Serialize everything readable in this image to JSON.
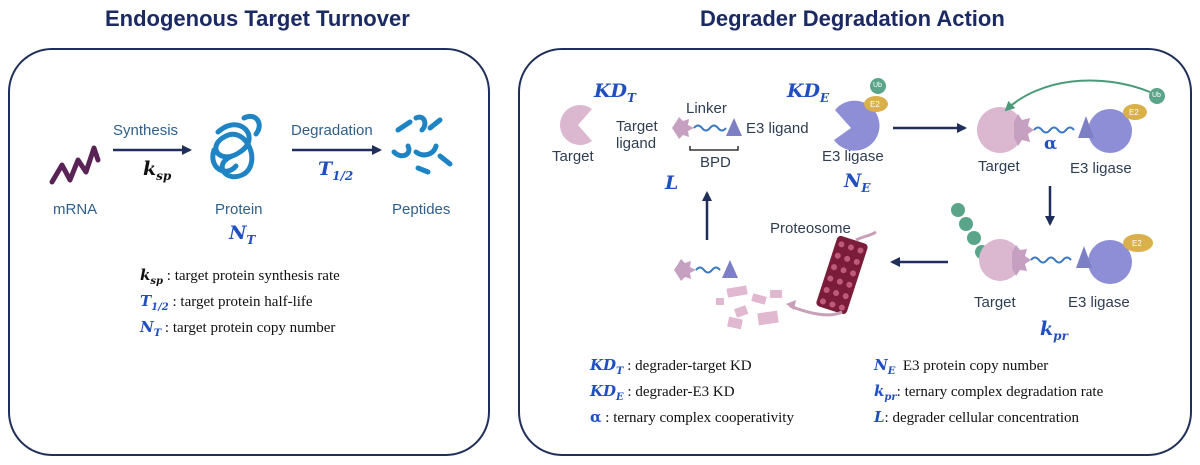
{
  "titles": {
    "left": "Endogenous Target Turnover",
    "right": "Degrader Degradation Action"
  },
  "left_panel": {
    "mrna": "mRNA",
    "synthesis": "Synthesis",
    "degradation": "Degradation",
    "protein": "Protein",
    "peptides": "Peptides",
    "ksp": {
      "base": "k",
      "sub": "sp"
    },
    "thalf": {
      "base": "T",
      "sub": "1/2"
    },
    "nt": {
      "base": "N",
      "sub": "T"
    },
    "legend": [
      {
        "base": "k",
        "sub": "sp",
        "text": ": target protein synthesis rate",
        "color": "black"
      },
      {
        "base": "T",
        "sub": "1/2",
        "text": ": target protein half-life",
        "color": "blue"
      },
      {
        "base": "N",
        "sub": "T",
        "text": ": target protein copy number",
        "color": "blue"
      }
    ]
  },
  "right_panel": {
    "kdt": {
      "base": "KD",
      "sub": "T"
    },
    "kde": {
      "base": "KD",
      "sub": "E"
    },
    "ne": {
      "base": "N",
      "sub": "E"
    },
    "kpr": {
      "base": "k",
      "sub": "pr"
    },
    "L": "L",
    "alpha": "α",
    "target": "Target",
    "target_ligand_1": "Target",
    "target_ligand_2": "ligand",
    "linker": "Linker",
    "bpd": "BPD",
    "e3_ligand": "E3 ligand",
    "e3_ligase": "E3 ligase",
    "proteosome": "Proteosome",
    "ub": "Ub",
    "e2": "E2",
    "legend_left": [
      {
        "base": "KD",
        "sub": "T",
        "text": ": degrader-target KD"
      },
      {
        "base": "KD",
        "sub": "E",
        "text": ": degrader-E3 KD"
      },
      {
        "base": "α",
        "sub": "",
        "text": ": ternary complex cooperativity"
      }
    ],
    "legend_right": [
      {
        "base": "N",
        "sub": "E",
        "text": "  E3 protein copy number"
      },
      {
        "base": "k",
        "sub": "pr",
        "text": ": ternary complex degradation rate"
      },
      {
        "base": "L",
        "sub": "",
        "text": ": degrader cellular concentration"
      }
    ]
  },
  "colors": {
    "navy": "#1b2a63",
    "target_pink": "#dcb7d0",
    "e3_purple": "#8e8ed6",
    "ub_green": "#5aa58a",
    "e2_yellow": "#d9b04a",
    "protein_blue": "#1f84c4",
    "mrna_purple": "#5a2356",
    "proteasome_maroon": "#7a1c3a"
  }
}
